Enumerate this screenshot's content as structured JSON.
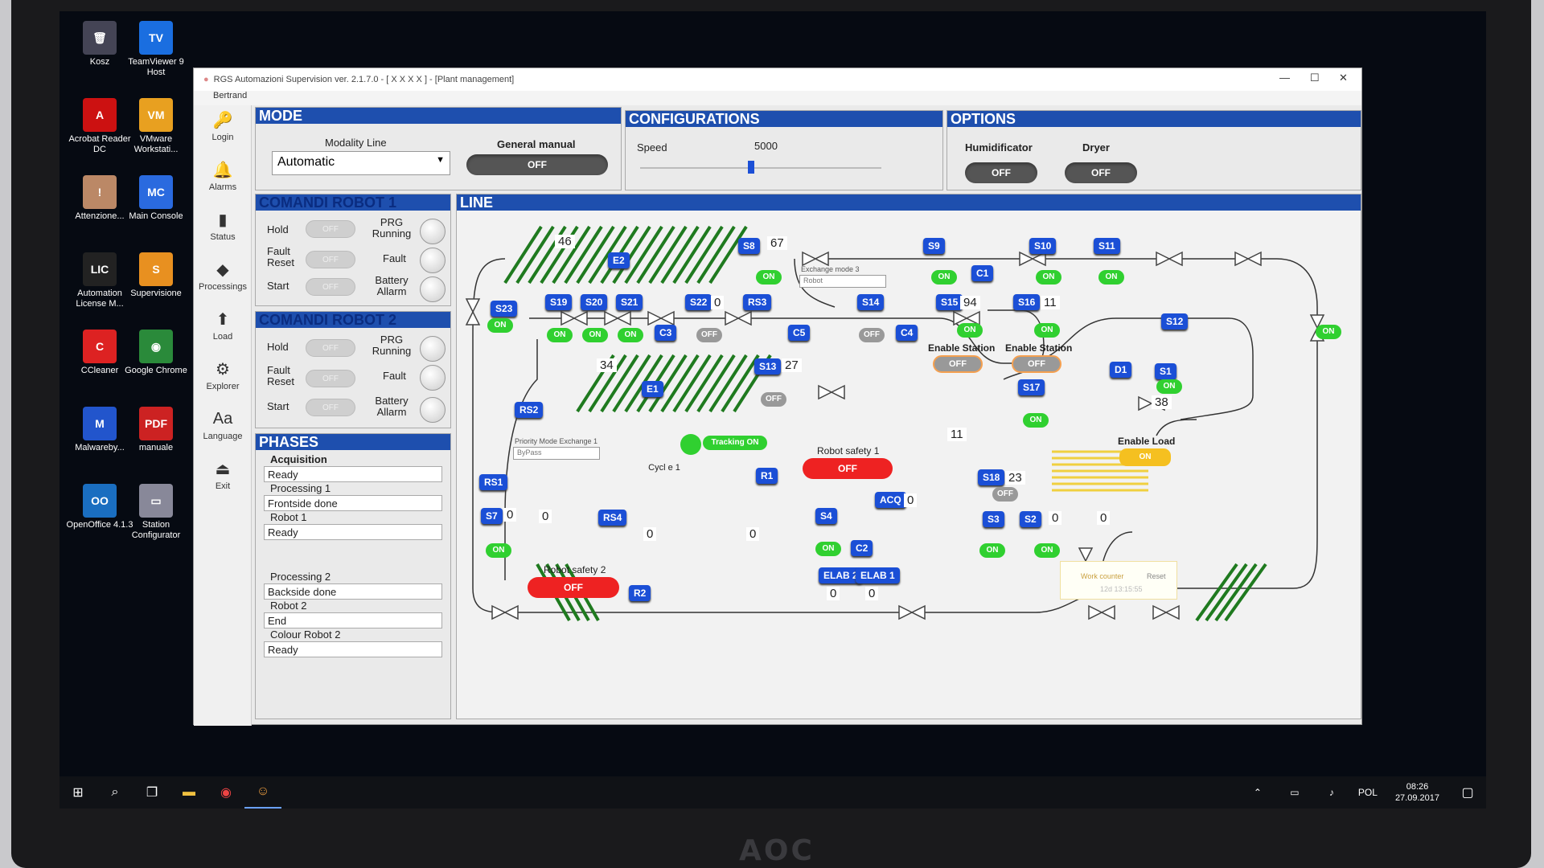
{
  "desktop": {
    "icons": [
      {
        "label": "Kosz",
        "sym": "🗑",
        "bg": "#445"
      },
      {
        "label": "TeamViewer 9 Host",
        "sym": "TV",
        "bg": "#1a6ee0"
      },
      {
        "label": "Acrobat Reader DC",
        "sym": "A",
        "bg": "#c11"
      },
      {
        "label": "VMware Workstati...",
        "sym": "VM",
        "bg": "#e8a020"
      },
      {
        "label": "Attenzione...",
        "sym": "!",
        "bg": "#b86"
      },
      {
        "label": "Main Console",
        "sym": "MC",
        "bg": "#2a6adf"
      },
      {
        "label": "Automation License M...",
        "sym": "LIC",
        "bg": "#222"
      },
      {
        "label": "Supervisione",
        "sym": "S",
        "bg": "#e89020"
      },
      {
        "label": "CCleaner",
        "sym": "C",
        "bg": "#d22"
      },
      {
        "label": "Google Chrome",
        "sym": "◉",
        "bg": "#2a8a3a"
      },
      {
        "label": "Malwareby...",
        "sym": "M",
        "bg": "#2255cc"
      },
      {
        "label": "manuale",
        "sym": "PDF",
        "bg": "#c22"
      },
      {
        "label": "OpenOffice 4.1.3",
        "sym": "OO",
        "bg": "#1a6ec0"
      },
      {
        "label": "Station Configurator",
        "sym": "▭",
        "bg": "#889"
      }
    ]
  },
  "window": {
    "title": "RGS Automazioni Supervision ver. 2.1.7.0 - [ X X X X ] - [Plant management]",
    "menu": "Bertrand"
  },
  "toolbar": [
    {
      "label": "Login",
      "icon": "key-icon",
      "sym": "🔑"
    },
    {
      "label": "Alarms",
      "icon": "alarm-icon",
      "sym": "🔔"
    },
    {
      "label": "Status",
      "icon": "status-icon",
      "sym": "▮"
    },
    {
      "label": "Processings",
      "icon": "processings-icon",
      "sym": "◆"
    },
    {
      "label": "Load",
      "icon": "load-icon",
      "sym": "⬆"
    },
    {
      "label": "Explorer",
      "icon": "explorer-icon",
      "sym": "⚙"
    },
    {
      "label": "Language",
      "icon": "language-icon",
      "sym": "Aa"
    },
    {
      "label": "Exit",
      "icon": "exit-icon",
      "sym": "⏏"
    }
  ],
  "mode": {
    "header": "MODE",
    "modality_label": "Modality Line",
    "modality_value": "Automatic",
    "general_label": "General manual",
    "general_state": "OFF"
  },
  "config": {
    "header": "CONFIGURATIONS",
    "speed_label": "Speed",
    "speed_value": "5000"
  },
  "options": {
    "header": "OPTIONS",
    "humid_label": "Humidificator",
    "humid_state": "OFF",
    "dryer_label": "Dryer",
    "dryer_state": "OFF"
  },
  "robot1": {
    "header": "COMANDI ROBOT 1",
    "hold": "Hold",
    "fault_reset": "Fault Reset",
    "start": "Start",
    "prg": "PRG Running",
    "fault": "Fault",
    "battery": "Battery Allarm",
    "state": "OFF"
  },
  "robot2": {
    "header": "COMANDI ROBOT 2",
    "hold": "Hold",
    "fault_reset": "Fault Reset",
    "start": "Start",
    "prg": "PRG Running",
    "fault": "Fault",
    "battery": "Battery Allarm",
    "state": "OFF"
  },
  "phases": {
    "header": "PHASES",
    "items": [
      {
        "label": "Acquisition",
        "value": "Ready"
      },
      {
        "label": "Processing 1",
        "value": "Frontside done"
      },
      {
        "label": "Robot 1",
        "value": "Ready"
      },
      {
        "label": "Processing 2",
        "value": "Backside done"
      },
      {
        "label": "Robot 2",
        "value": "End"
      },
      {
        "label": "Colour Robot 2",
        "value": "Ready"
      }
    ]
  },
  "line": {
    "header": "LINE",
    "counts": {
      "e2": "46",
      "e1": "34",
      "s8": "67",
      "s22": "0",
      "s15": "94",
      "s16": "11",
      "s13": "27",
      "d1": "38",
      "s18": "23",
      "s7": "0",
      "buf1": "0",
      "buf2": "0",
      "mid1": "0",
      "mid2": "0",
      "acq": "0",
      "s2": "0",
      "end": "0",
      "elab2": "0",
      "elab1": "0",
      "buf11": "11"
    },
    "exchange3_label": "Exchange mode 3",
    "exchange3_value": "Robot",
    "priority_label": "Priority Mode Exchange 1",
    "priority_value": "ByPass",
    "enable_station": "Enable Station",
    "enable_load": "Enable Load",
    "tracking": "Tracking ON",
    "cycle": "Cycl e 1",
    "robot_safety1": "Robot safety 1",
    "robot_safety2": "Robot safety 2",
    "work_counter": "Work counter",
    "reset": "Reset",
    "counter_value": "12d 13:15:55",
    "on": "ON",
    "off": "OFF"
  },
  "taskbar": {
    "time": "08:26",
    "date": "27.09.2017",
    "lang": "POL"
  },
  "brand": "AOC"
}
